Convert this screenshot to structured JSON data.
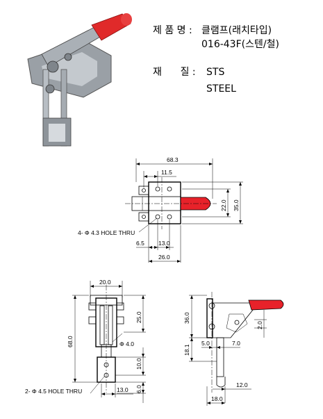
{
  "spec": {
    "name_label": "제 품 명 :",
    "name_value": "클램프(래치타입)",
    "model": "016-43F(스텐/철)",
    "material_label": "재      질 :",
    "material_value_1": "STS",
    "material_value_2": "STEEL"
  },
  "top_view": {
    "dim_overall": "68.3",
    "dim_offset": "11.5",
    "dim_inner_height": "22.0",
    "dim_outer_height": "35.0",
    "hole_note": "4- Φ 4.3  HOLE THRU",
    "dim_hole_left": "6.5",
    "dim_hole_pitch": "13.0",
    "dim_base_width": "26.0"
  },
  "front_view": {
    "dim_top_width": "20.0",
    "dim_upper_height": "25.0",
    "dim_overall_height": "68.0",
    "dim_hole_dia": "Φ 4.0",
    "dim_slot": "10.0",
    "dim_bottom_height": "6.0",
    "dim_bottom_width": "13.0",
    "hole_note": "2- Φ 4.5   HOLE THRU"
  },
  "side_view": {
    "dim_height": "36.0",
    "dim_lower": "18.1",
    "dim_right": "2.0",
    "dim_a": "5.0",
    "dim_b": "7.0",
    "dim_depth": "12.0",
    "dim_base": "18.0"
  }
}
